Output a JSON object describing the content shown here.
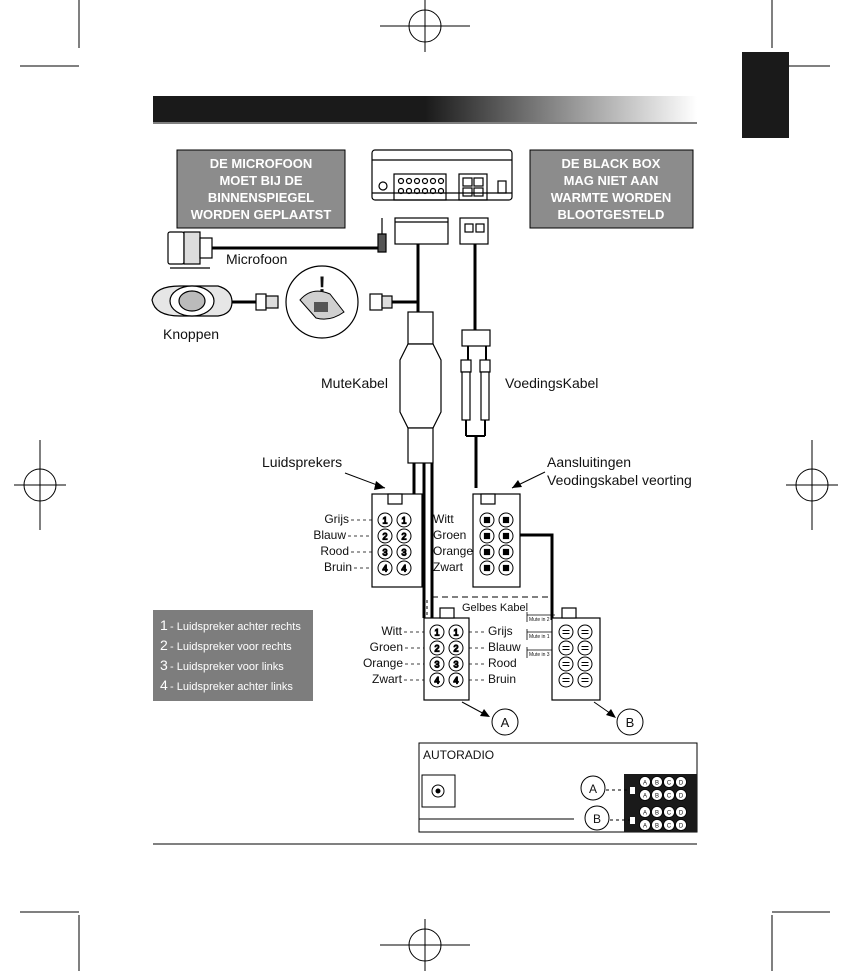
{
  "warnings": {
    "left": [
      "DE MICROFOON",
      "MOET BIJ DE",
      "BINNENSPIEGEL",
      "WORDEN GEPLAATST"
    ],
    "right": [
      "DE BLACK BOX",
      "MAG NIET AAN",
      "WARMTE WORDEN",
      "BLOOTGESTELD"
    ]
  },
  "labels": {
    "microfoon": "Microfoon",
    "knoppen": "Knoppen",
    "mutekabel": "MuteKabel",
    "voedingskabel": "VoedingsKabel",
    "luidsprekers": "Luidsprekers",
    "aansluitingen_1": "Aansluitingen",
    "aansluitingen_2": "Veodingskabel veorting",
    "gelbes_kabel": "Gelbes Kabel",
    "mute_in_2": "Mute in 2",
    "mute_in_1": "Mute in 1",
    "mute_in_3": "Mute in 3",
    "autoradio": "AUTORADIO",
    "exclamation": "!"
  },
  "connector_top": {
    "left": [
      "Grijs",
      "Blauw",
      "Rood",
      "Bruin"
    ],
    "right": [
      "Witt",
      "Groen",
      "Orange",
      "Zwart"
    ]
  },
  "connector_bottom": {
    "left": [
      "Witt",
      "Groen",
      "Orange",
      "Zwart"
    ],
    "right": [
      "Grijs",
      "Blauw",
      "Rood",
      "Bruin"
    ]
  },
  "pins": [
    "1",
    "2",
    "3",
    "4"
  ],
  "legend": [
    {
      "num": "1",
      "text": "- Luidspreker achter rechts"
    },
    {
      "num": "2",
      "text": "- Luidspreker voor rechts"
    },
    {
      "num": "3",
      "text": "- Luidspreker voor links"
    },
    {
      "num": "4",
      "text": "- Luidspreker achter links"
    }
  ],
  "markers": {
    "a": "A",
    "b": "B"
  },
  "radio_pin_labels": [
    "A",
    "B",
    "C",
    "D"
  ],
  "colors": {
    "dark": "#1a1a1a",
    "gray_box": "#8c8c8c",
    "legend_box": "#7d7d7d",
    "line": "#000000"
  }
}
